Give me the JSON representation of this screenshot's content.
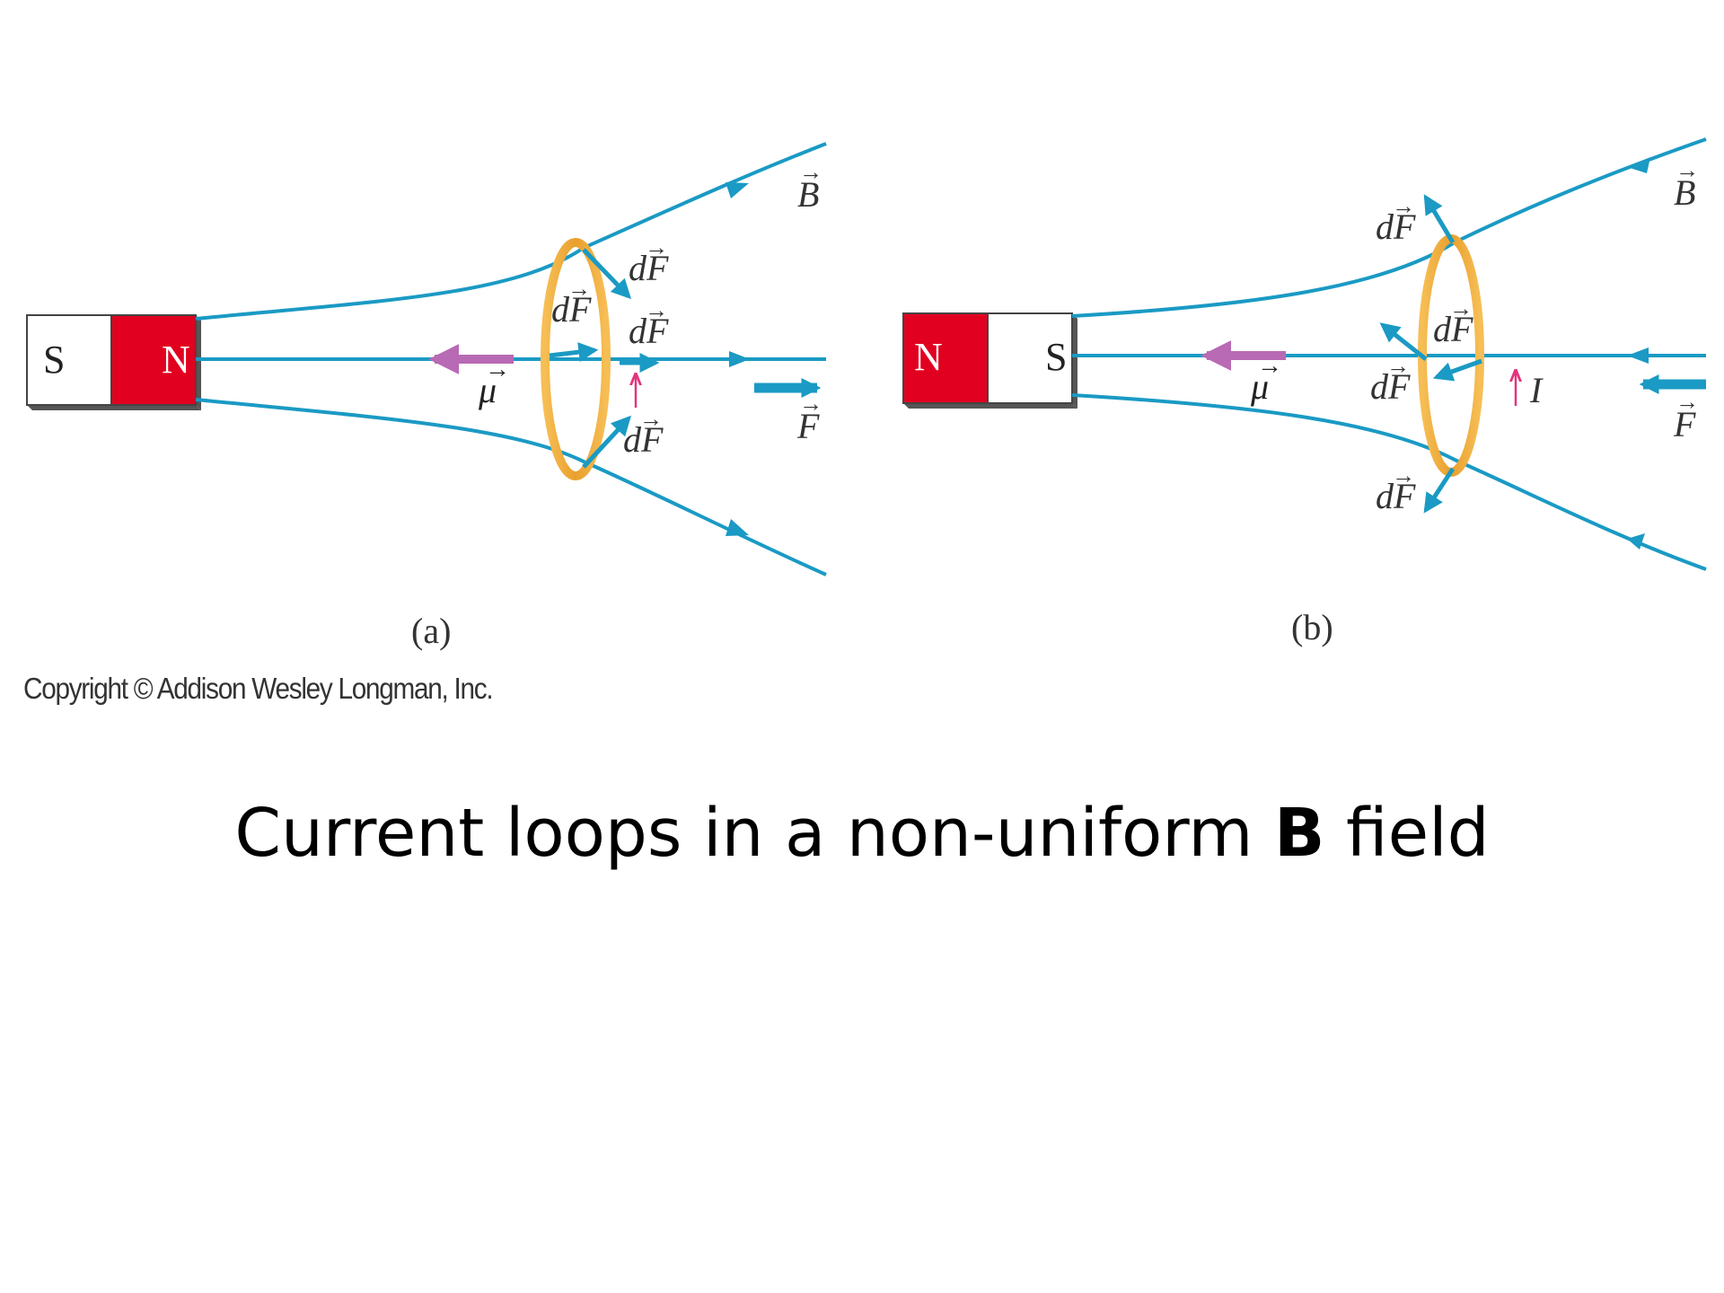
{
  "figure": {
    "panel_a": {
      "caption": "(a)",
      "magnet": {
        "left_pole": "S",
        "right_pole": "N"
      },
      "labels": {
        "field": "B",
        "moment": "μ",
        "net_force": "F",
        "force_element": "dF",
        "current": ""
      }
    },
    "panel_b": {
      "caption": "(b)",
      "magnet": {
        "left_pole": "N",
        "right_pole": "S"
      },
      "labels": {
        "field": "B",
        "moment": "μ",
        "net_force": "F",
        "force_element": "dF",
        "current": "I"
      }
    },
    "copyright": "Copyright © Addison Wesley Longman, Inc.",
    "colors": {
      "field_line": "#1a9ac4",
      "loop": "#f2a833",
      "moment_arrow": "#b86ab4",
      "current_arrow": "#e2357c",
      "north_pole": "#e1001f"
    }
  },
  "slide": {
    "title_prefix": "Current loops in a non-uniform ",
    "title_bold": "B",
    "title_suffix": " field"
  }
}
